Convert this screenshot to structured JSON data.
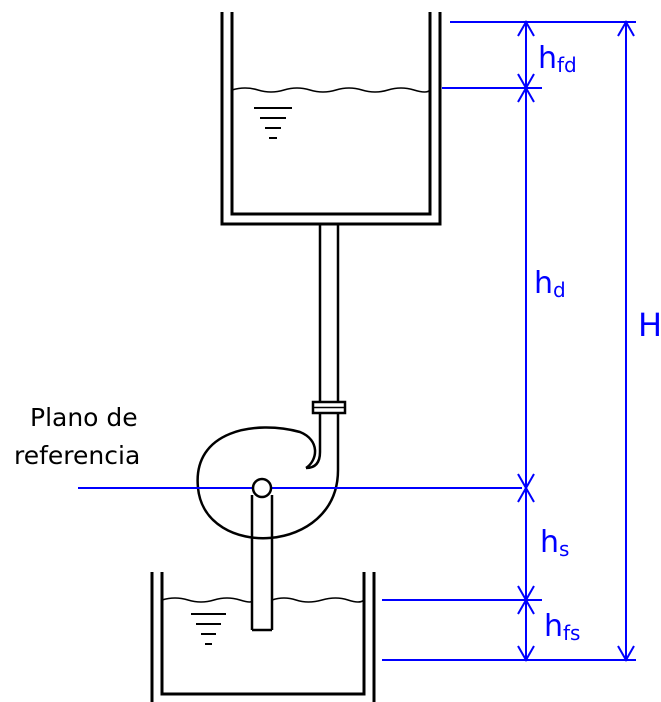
{
  "reference_label": {
    "line1": "Plano de",
    "line2": "referencia"
  },
  "dimensions": {
    "hfd": {
      "base": "h",
      "sub": "fd"
    },
    "hd": {
      "base": "h",
      "sub": "d"
    },
    "hs": {
      "base": "h",
      "sub": "s"
    },
    "hfs": {
      "base": "h",
      "sub": "fs"
    },
    "H": "H"
  },
  "colors": {
    "ink": "#000000",
    "dimension": "#0000ff"
  }
}
